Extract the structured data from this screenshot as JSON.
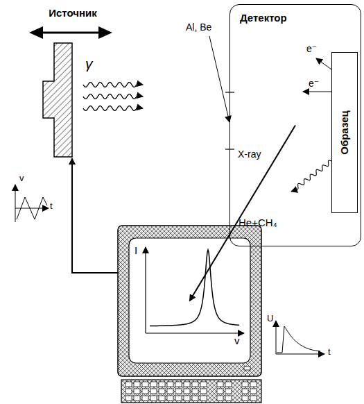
{
  "diagram": {
    "nodes": [
      {
        "text": [
          "Источник"
        ]
      },
      {
        "text": [
          "Детектор",
          "He+CH₄"
        ]
      },
      {
        "text": [
          "Образец"
        ],
        "in": 1
      },
      {
        "text": [
          "I",
          "v"
        ]
      }
    ],
    "edges": [
      {
        "from": 3,
        "to": 0,
        "arrow": "to"
      },
      {
        "from": 1,
        "to": 3,
        "arrow": "to"
      }
    ],
    "labels": [
      "γ",
      "Al, Be",
      "e⁻",
      "e⁻",
      "X-ray",
      "v",
      "t",
      "U",
      "t"
    ]
  }
}
